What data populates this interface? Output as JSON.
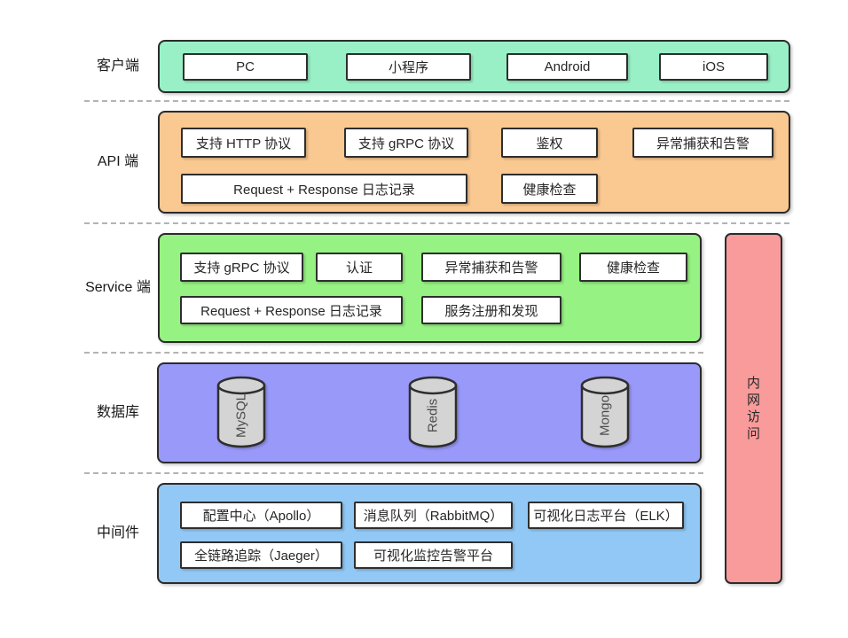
{
  "layers": {
    "client": {
      "label": "客户端",
      "color": "#99F0C6",
      "boxes": [
        "PC",
        "小程序",
        "Android",
        "iOS"
      ]
    },
    "api": {
      "label": "API 端",
      "color": "#FAC891",
      "boxes": [
        "支持 HTTP 协议",
        "支持 gRPC 协议",
        "鉴权",
        "异常捕获和告警",
        "Request + Response 日志记录",
        "健康检查"
      ]
    },
    "service": {
      "label": "Service 端",
      "color": "#96F282",
      "boxes": [
        "支持 gRPC 协议",
        "认证",
        "异常捕获和告警",
        "健康检查",
        "Request + Response 日志记录",
        "服务注册和发现"
      ]
    },
    "database": {
      "label": "数据库",
      "color": "#9999FA",
      "cylinders": [
        "MySQL",
        "Redis",
        "Mongo"
      ],
      "cylinder_color": "#D4D4D4"
    },
    "middleware": {
      "label": "中间件",
      "color": "#92C8F5",
      "boxes": [
        "配置中心（Apollo）",
        "消息队列（RabbitMQ）",
        "可视化日志平台（ELK）",
        "全链路追踪（Jaeger）",
        "可视化监控告警平台"
      ]
    }
  },
  "right_band": {
    "label": "内网访问",
    "color": "#FA9B9B"
  },
  "style": {
    "border_color": "#2B2B2B",
    "separator_color": "#B3B3B3"
  }
}
